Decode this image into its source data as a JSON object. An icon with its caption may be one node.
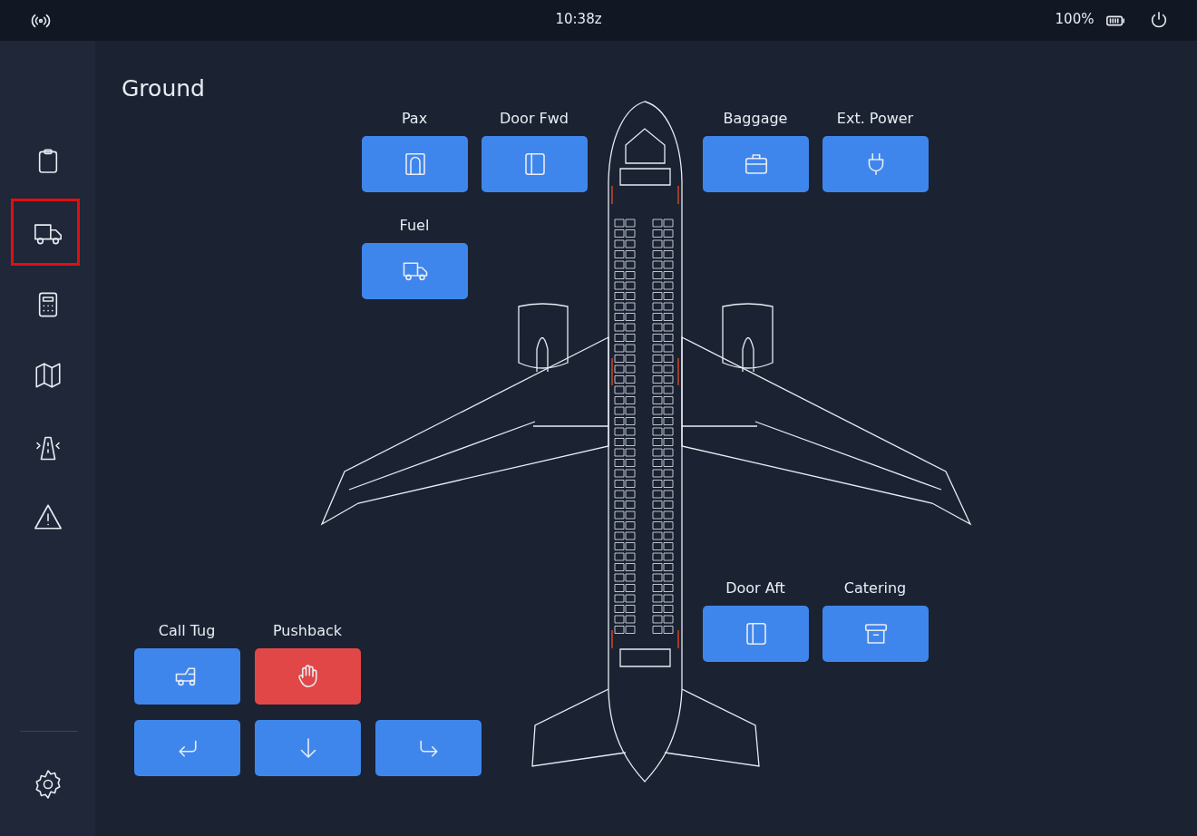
{
  "diagram": {
    "labels": [
      "10:38z",
      "100%",
      "Ground",
      "Pax",
      "Door Fwd",
      "Baggage",
      "Ext. Power",
      "Fuel",
      "Door Aft",
      "Catering",
      "Call Tug",
      "Pushback"
    ]
  }
}
